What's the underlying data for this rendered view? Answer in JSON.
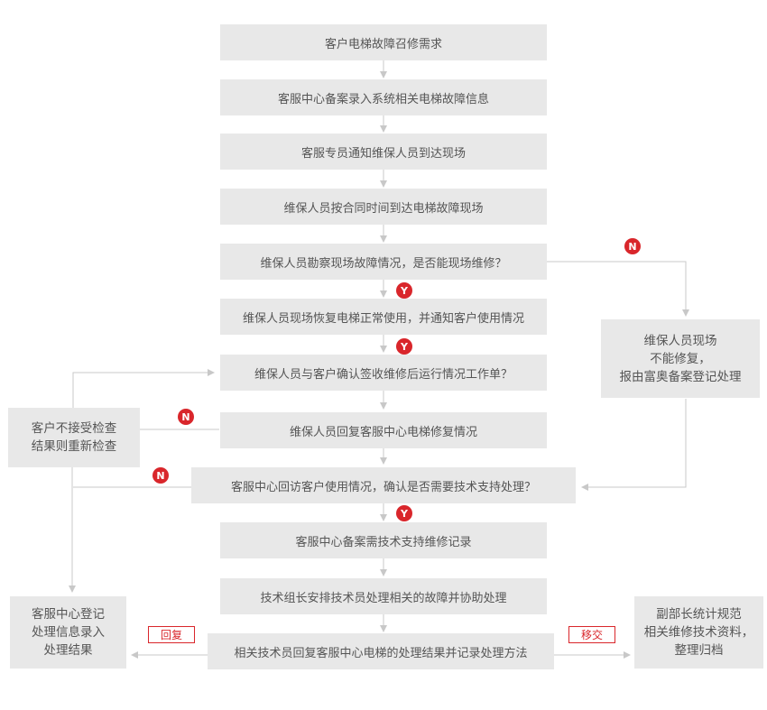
{
  "steps": [
    "客户电梯故障召修需求",
    "客服中心备案录入系统相关电梯故障信息",
    "客服专员通知维保人员到达现场",
    "维保人员按合同时间到达电梯故障现场",
    "维保人员勘察现场故障情况，是否能现场维修？",
    "维保人员现场恢复电梯正常使用，并通知客户使用情况",
    "维保人员与客户确认签收维修后运行情况工作单？",
    "维保人员回复客服中心电梯修复情况",
    "客服中心回访客户使用情况，确认是否需要技术支持处理？",
    "客服中心备案需技术支持维修记录",
    "技术组长安排技术员处理相关的故障并协助处理",
    "相关技术员回复客服中心电梯的处理结果并记录处理方法"
  ],
  "side_boxes": {
    "cannot_repair": [
      "维保人员现场",
      "不能修复，",
      "报由富奥备案登记处理"
    ],
    "reject_check": [
      "客户不接受检查",
      "结果则重新检查"
    ],
    "register": [
      "客服中心登记",
      "处理信息录入",
      "处理结果"
    ],
    "standardize": [
      "副部长统计规范",
      "相关维修技术资料，",
      "整理归档"
    ]
  },
  "badges": {
    "yes": "Y",
    "no": "N"
  },
  "tags": {
    "reply": "回复",
    "transfer": "移交"
  },
  "colors": {
    "box": "#e8e8e8",
    "text": "#555555",
    "line": "#c8c8c8",
    "accent": "#d9262b"
  }
}
